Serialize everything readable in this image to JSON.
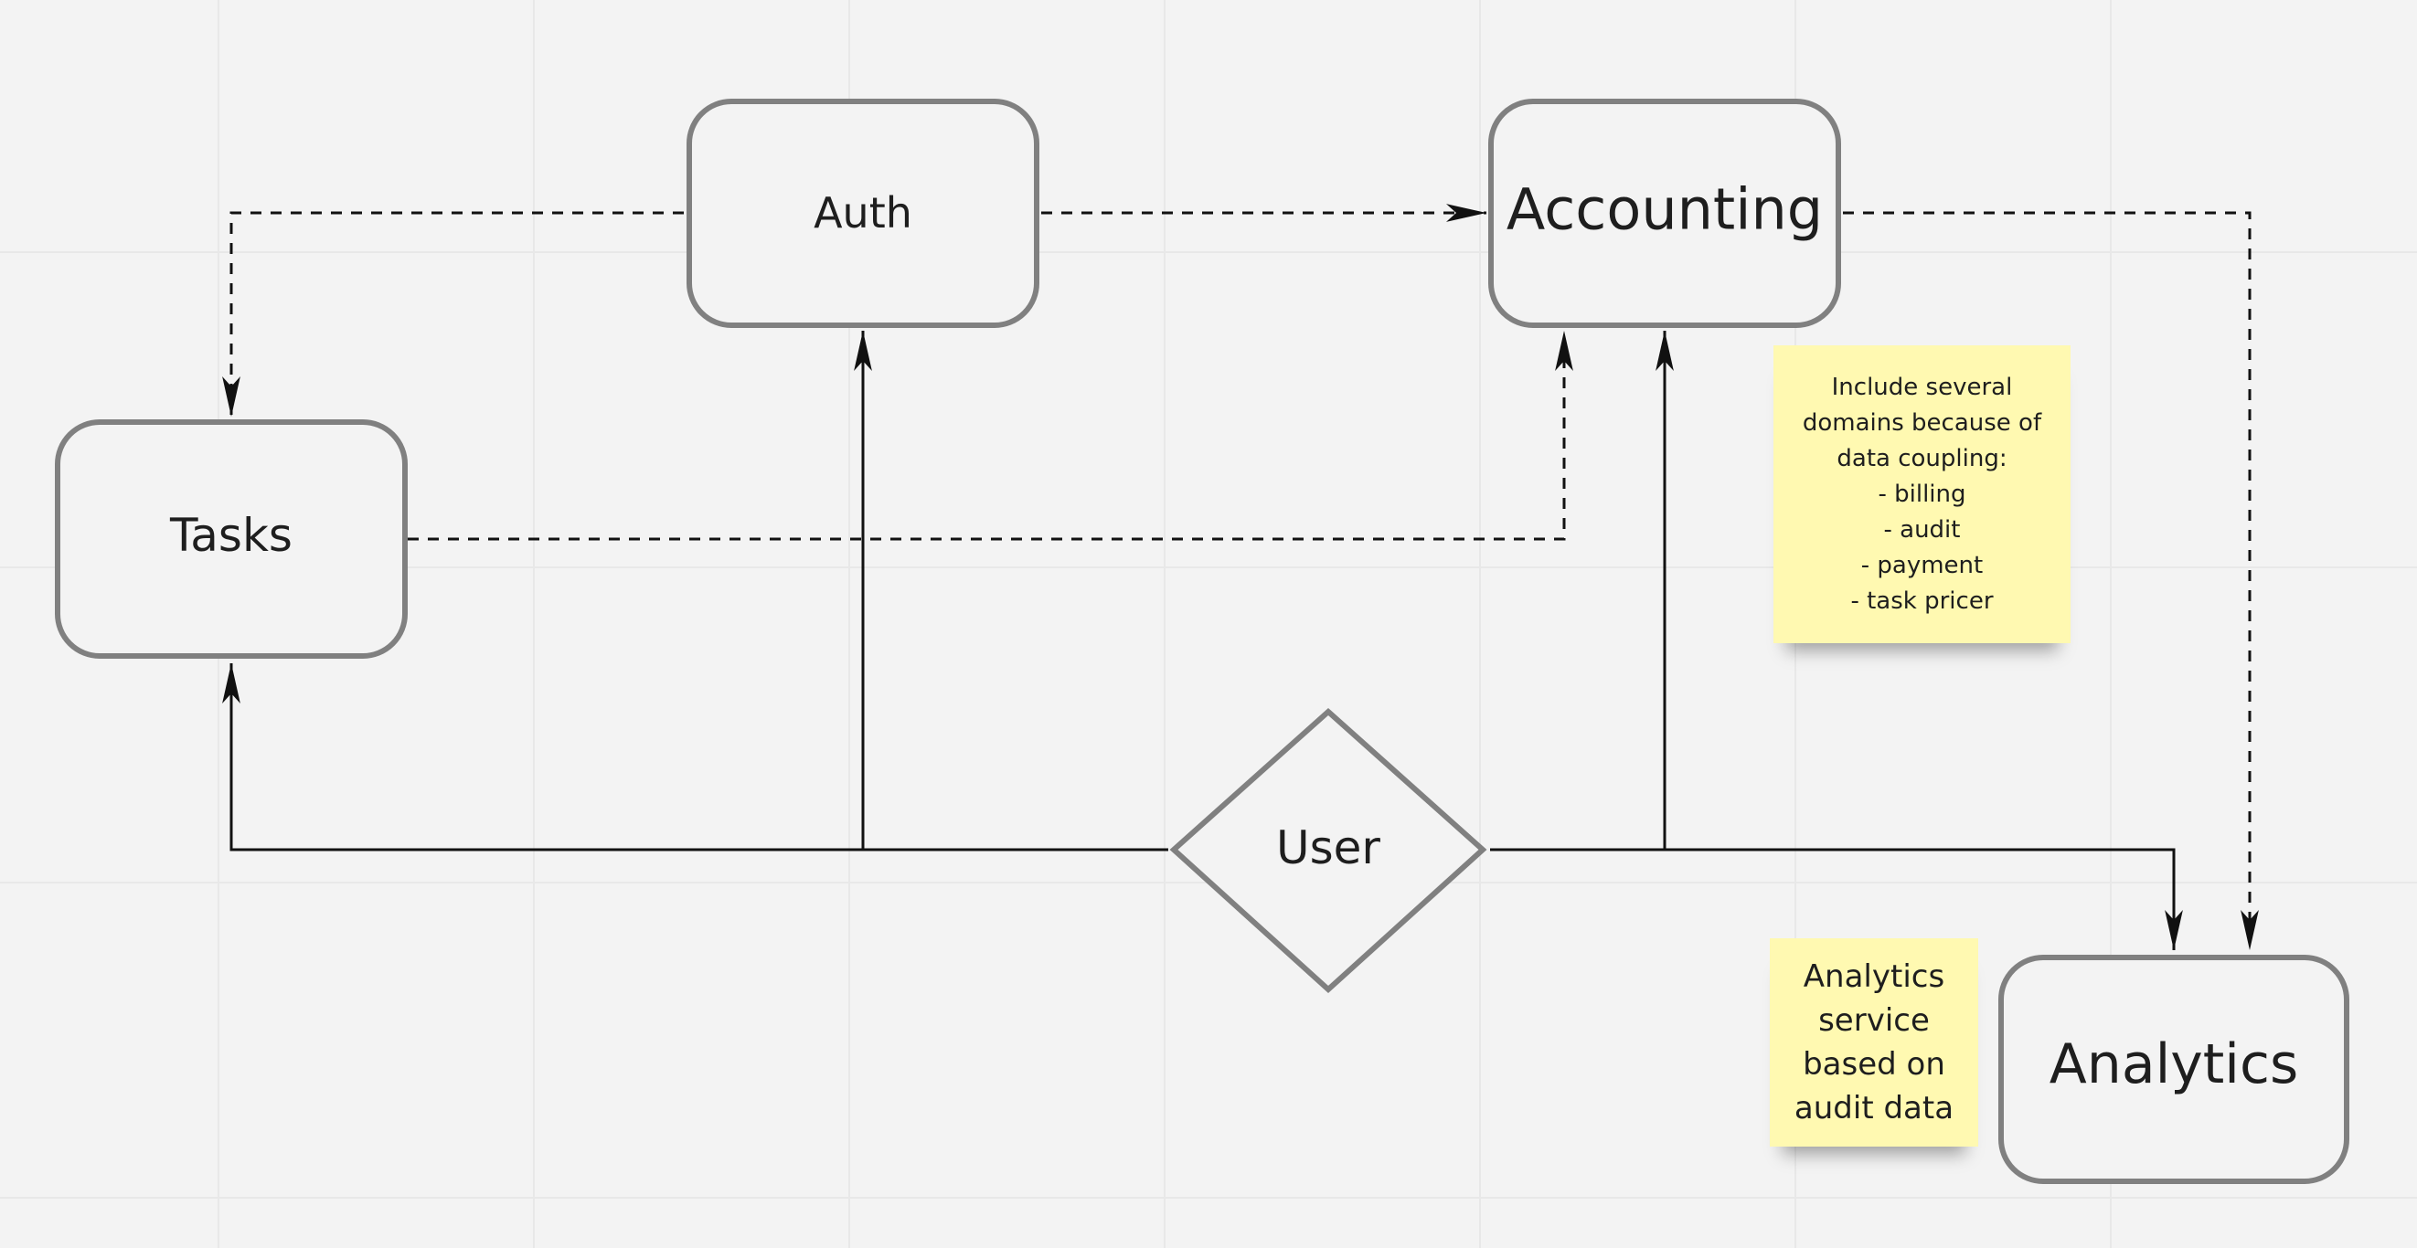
{
  "diagram": {
    "nodes": {
      "auth": "Auth",
      "accounting": "Accounting",
      "tasks": "Tasks",
      "user": "User",
      "analytics": "Analytics"
    },
    "notes": {
      "domains": "Include several\ndomains because of\ndata coupling:\n- billing\n- audit\n- payment\n- task pricer",
      "analytics": "Analytics\nservice\nbased on\naudit data"
    },
    "edges": [
      {
        "from": "User",
        "to": "Tasks",
        "style": "solid"
      },
      {
        "from": "User",
        "to": "Auth",
        "style": "solid"
      },
      {
        "from": "User",
        "to": "Accounting",
        "style": "solid"
      },
      {
        "from": "User",
        "to": "Analytics",
        "style": "solid"
      },
      {
        "from": "Auth",
        "to": "Tasks",
        "style": "dashed"
      },
      {
        "from": "Auth",
        "to": "Accounting",
        "style": "dashed"
      },
      {
        "from": "Tasks",
        "to": "Accounting",
        "style": "dashed"
      },
      {
        "from": "Accounting",
        "to": "Analytics",
        "style": "dashed"
      }
    ],
    "colors": {
      "background": "#f3f3f3",
      "node_border": "#808080",
      "node_fill": "#f3f3f3",
      "line": "#111111",
      "sticky_note": "#fff9b1"
    }
  }
}
